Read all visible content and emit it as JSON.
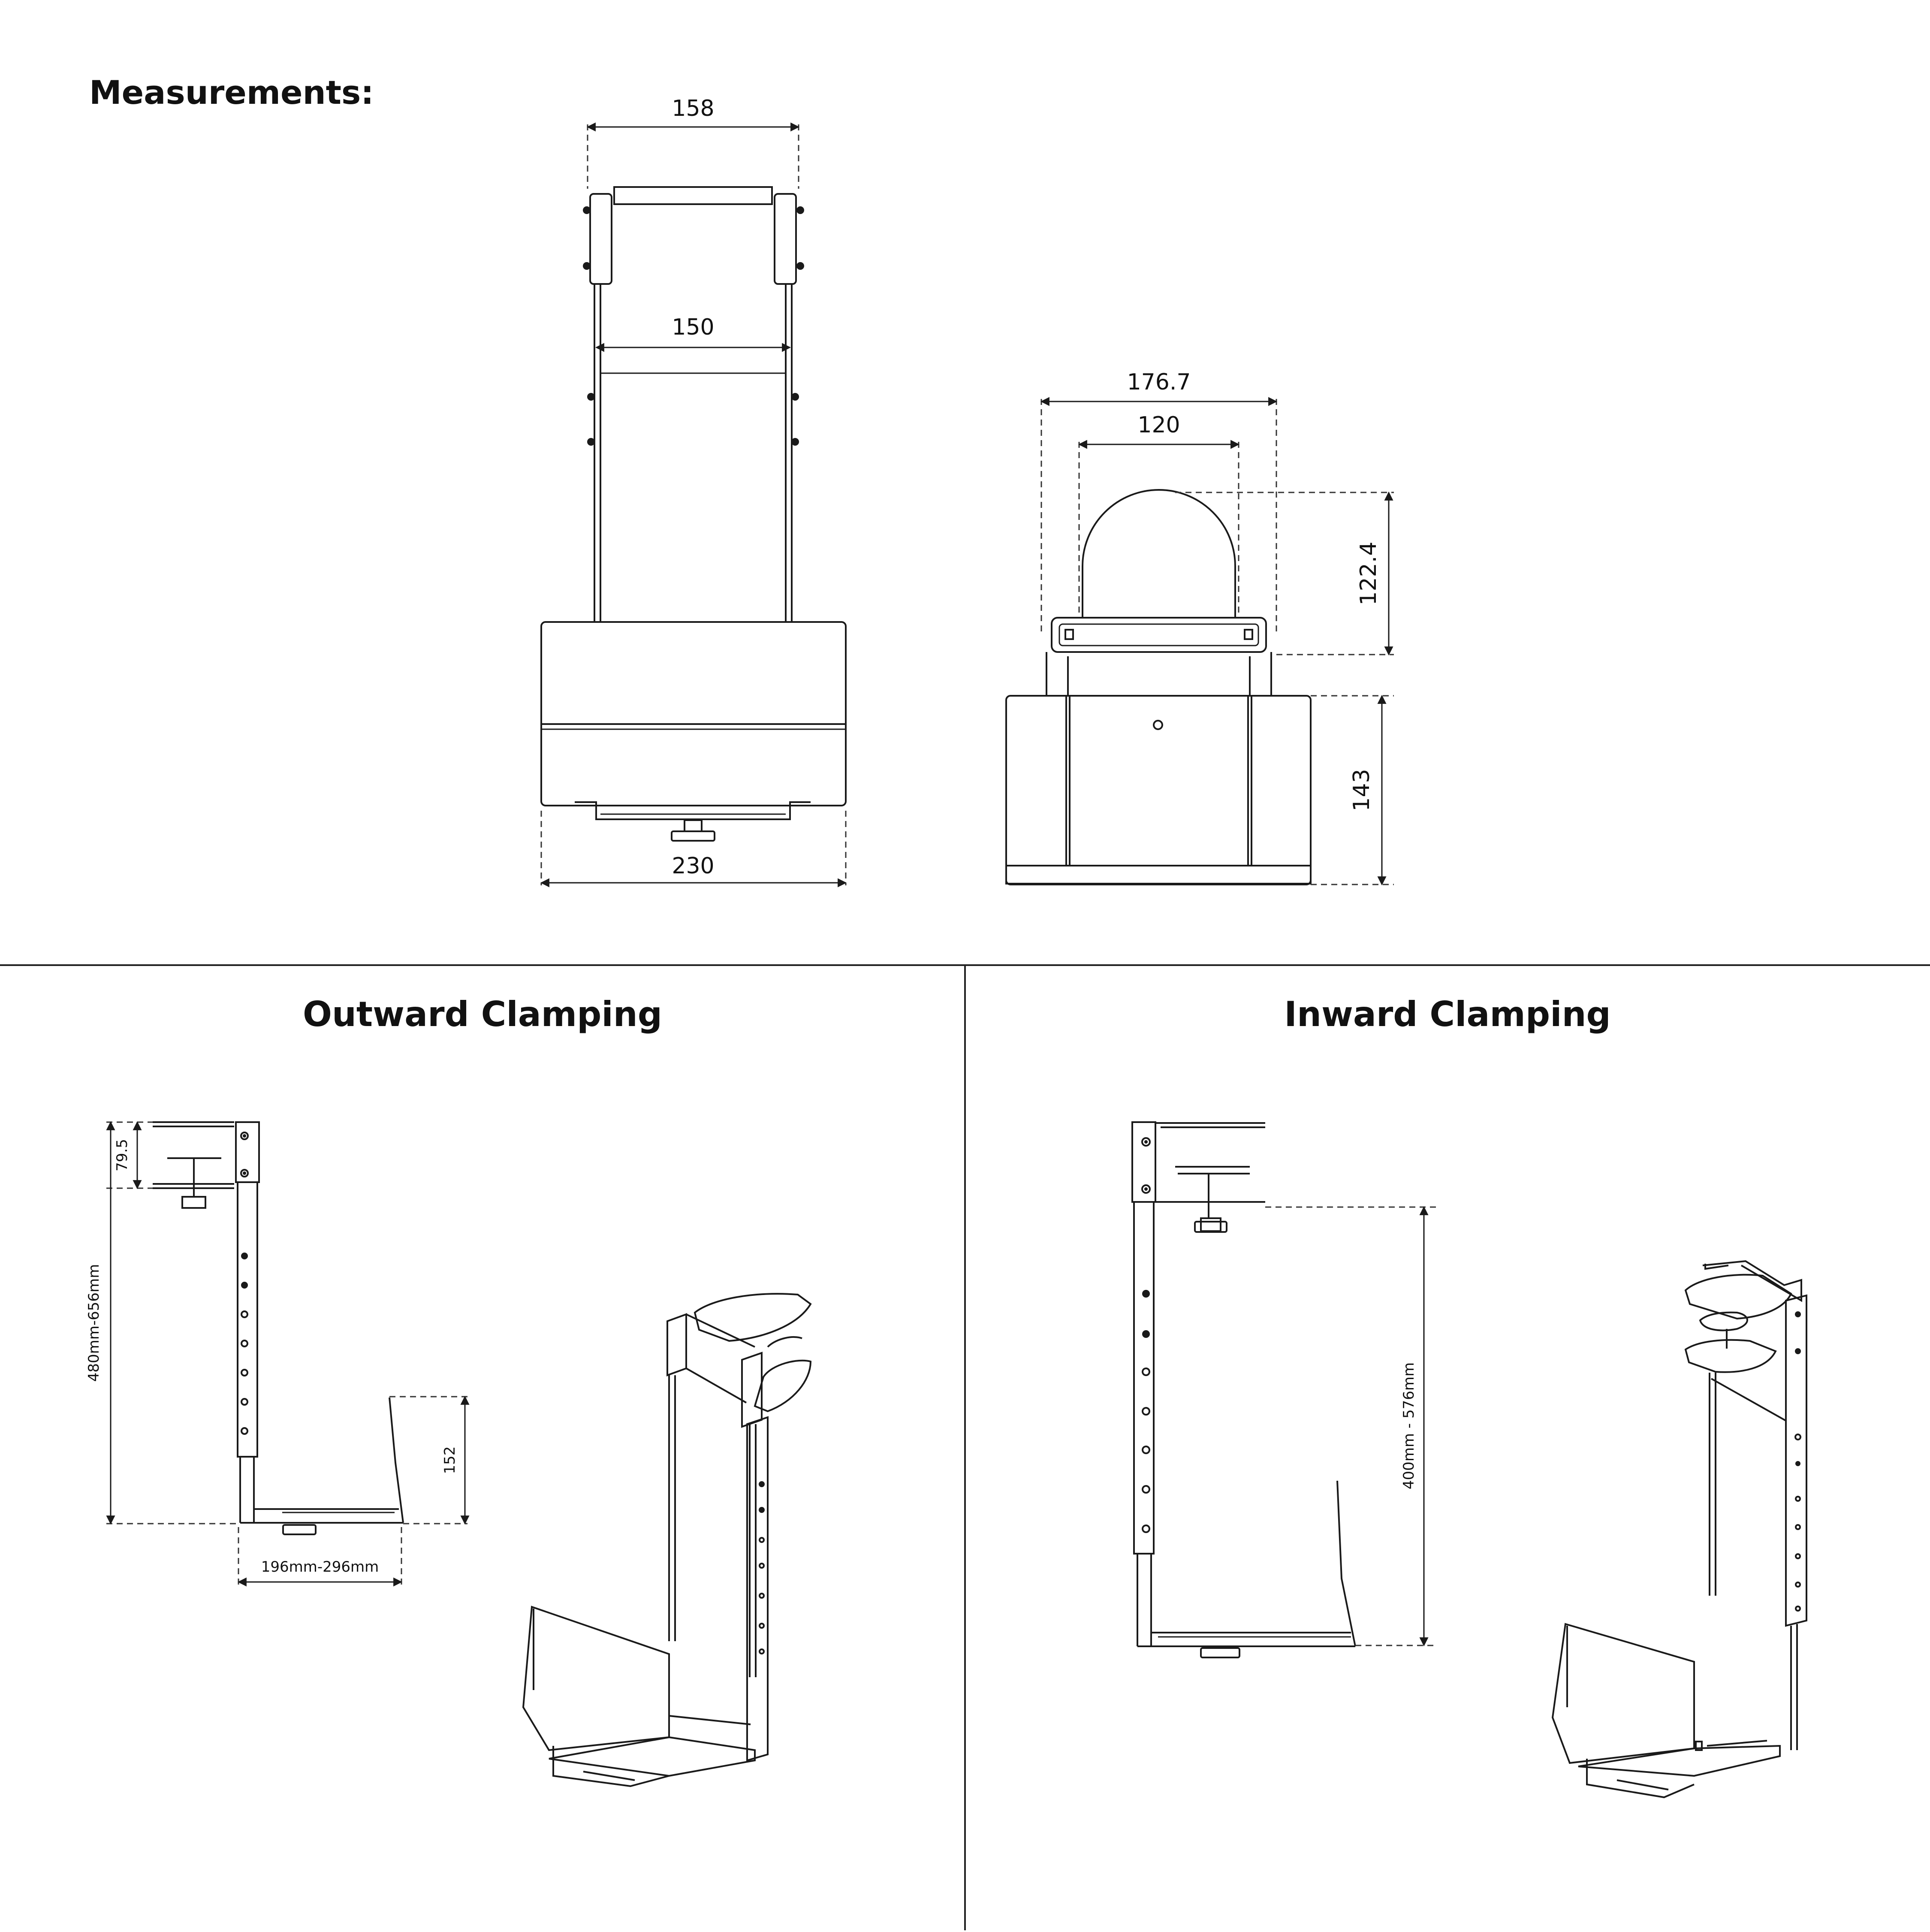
{
  "headings": {
    "measurements": "Measurements:",
    "outward": "Outward Clamping",
    "inward": "Inward Clamping"
  },
  "front_view": {
    "top_width": "158",
    "inner_width": "150",
    "base_width": "230"
  },
  "side_view": {
    "outer_width": "176.7",
    "inner_width": "120",
    "arch_height": "122.4",
    "box_height": "143"
  },
  "outward_clamping": {
    "clamp_height": "79.5",
    "total_height": "480mm-656mm",
    "tray_depth": "196mm-296mm",
    "side_wall_height": "152"
  },
  "inward_clamping": {
    "adjustable_height": "400mm - 576mm"
  }
}
